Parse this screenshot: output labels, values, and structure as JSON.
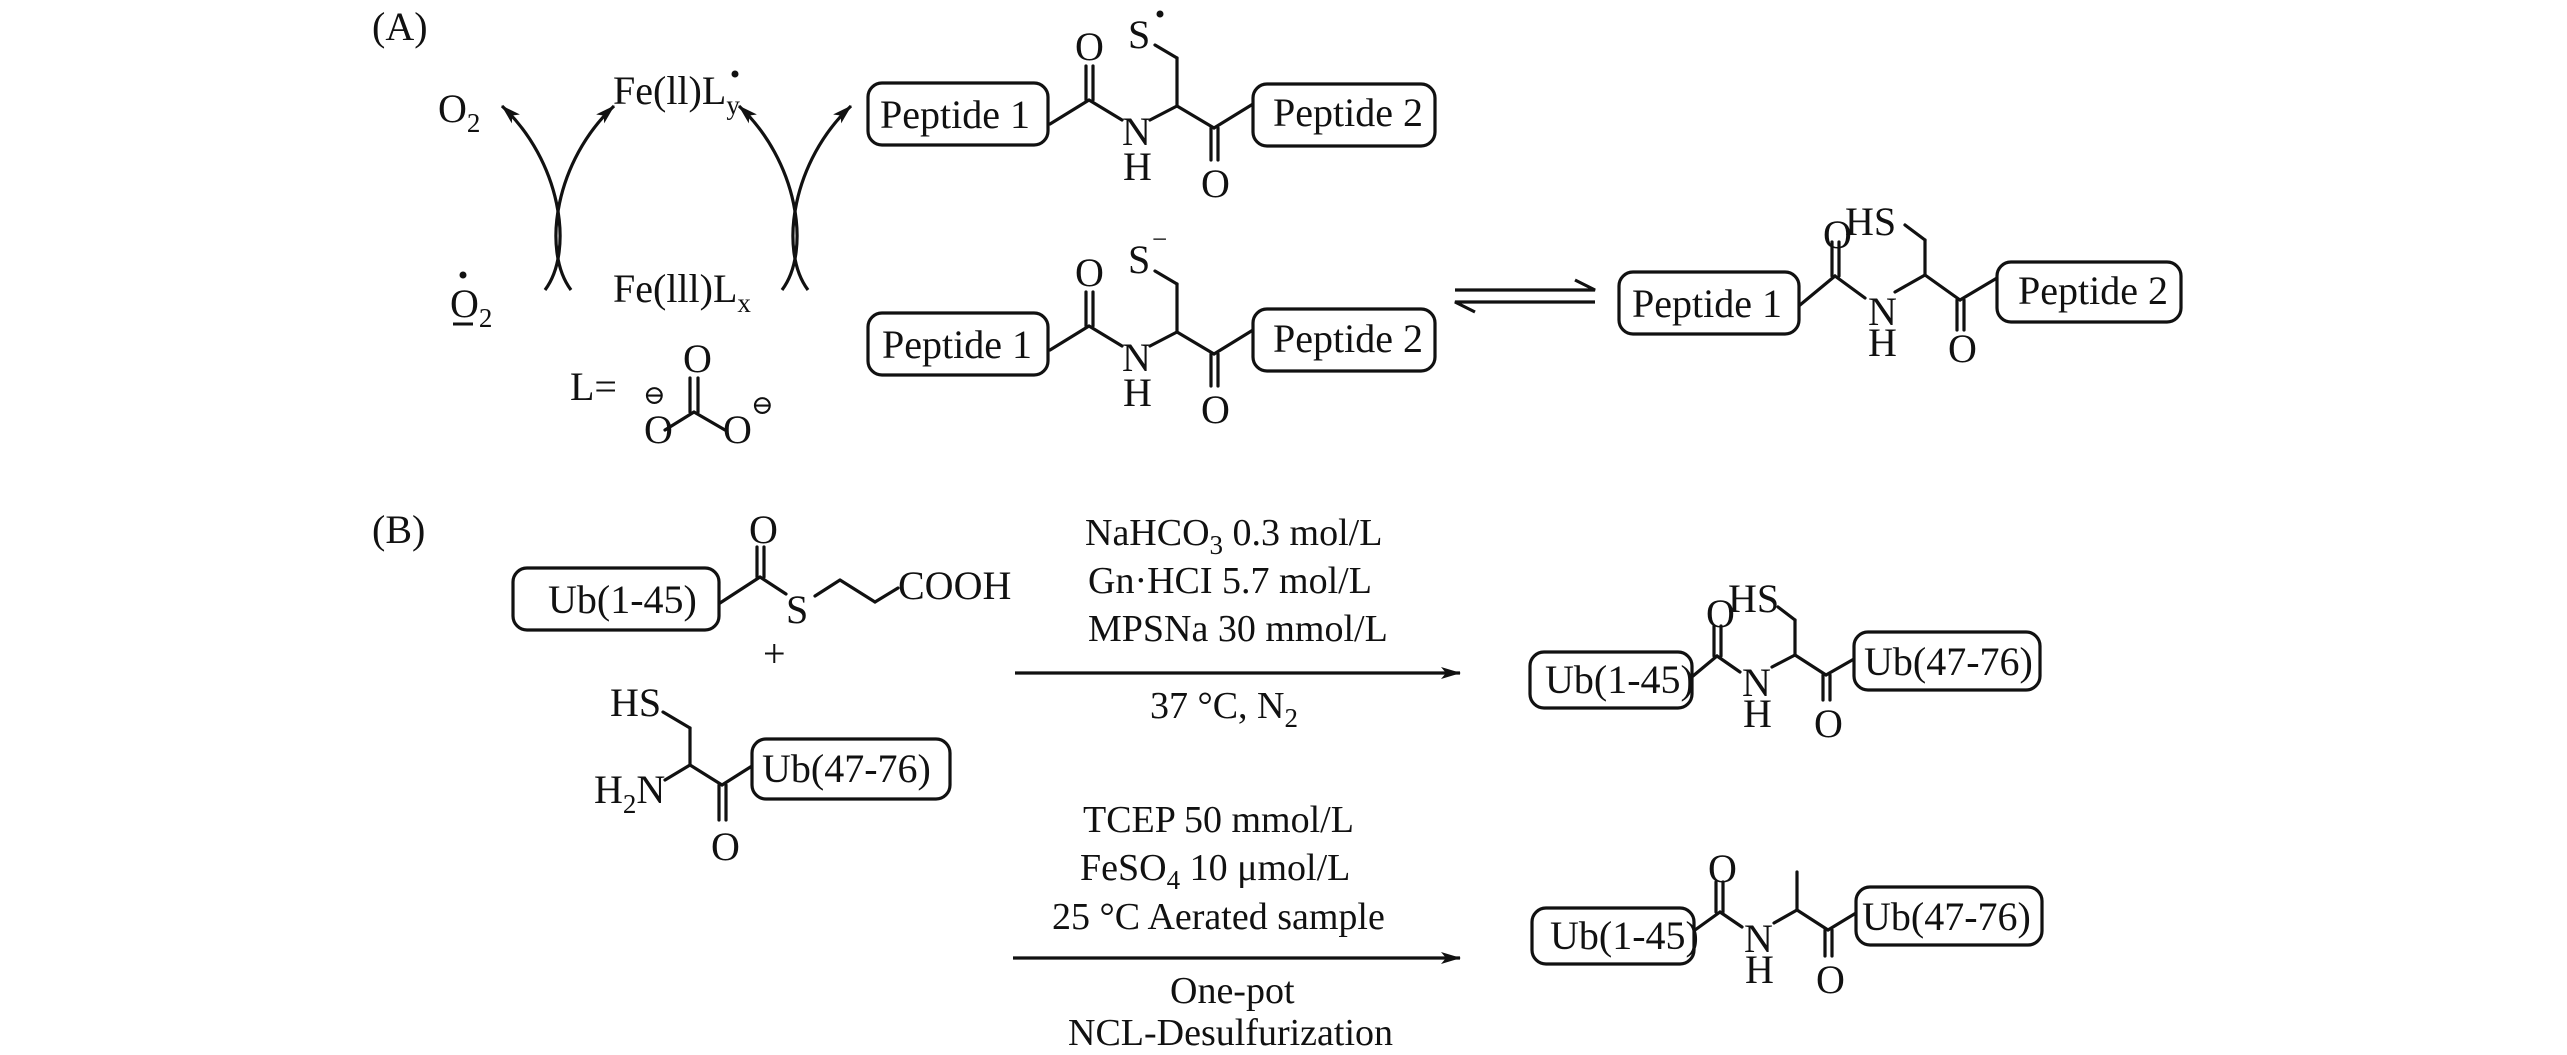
{
  "figure": {
    "panel_a": {
      "label": "(A)",
      "redox_cycle": {
        "oxygen_product": "O",
        "oxygen_product_sub": "2",
        "superoxide": "O",
        "superoxide_sub": "2",
        "fe2_species": "Fe(ll)L",
        "fe2_sub": "y",
        "fe3_species": "Fe(lll)L",
        "fe3_sub": "x",
        "ligand_label": "L=",
        "ligand_atoms": {
          "carbonyl_o": "O",
          "o_left": "O",
          "o_right": "O",
          "charge": "⊖"
        }
      },
      "thiyl_radical_peptide": {
        "left_block": "Peptide 1",
        "right_block": "Peptide 2",
        "sulfur": "S",
        "sulfur_mark": "•",
        "amide_n": "N",
        "amide_h": "H",
        "carbonyl_o": "O"
      },
      "thiolate_peptide": {
        "left_block": "Peptide 1",
        "right_block": "Peptide 2",
        "sulfur": "S",
        "sulfur_mark": "−",
        "amide_n": "N",
        "amide_h": "H",
        "carbonyl_o": "O"
      },
      "thiol_peptide": {
        "left_block": "Peptide 1",
        "right_block": "Peptide 2",
        "thiol": "HS",
        "amide_n": "N",
        "amide_h": "H",
        "carbonyl_o": "O"
      }
    },
    "panel_b": {
      "label": "(B)",
      "thioester": {
        "block": "Ub(1-45)",
        "carbonyl_o": "O",
        "sulfur": "S",
        "acid": "COOH"
      },
      "plus": "+",
      "cys_peptide": {
        "block": "Ub(47-76)",
        "thiol": "HS",
        "amine": "H",
        "amine_sub": "2",
        "amine_n": "N",
        "carbonyl_o": "O"
      },
      "step1_conditions_above": [
        {
          "main": "NaHCO",
          "sub": "3",
          "rest": " 0.3 mol/L"
        },
        {
          "main": "Gn·HCI 5.7 mol/L",
          "sub": "",
          "rest": ""
        },
        {
          "main": "MPSNa 30 mmol/L",
          "sub": "",
          "rest": ""
        }
      ],
      "step1_conditions_below": {
        "main": "37 °C,  N",
        "sub": "2"
      },
      "step2_conditions_above": [
        {
          "main": "TCEP 50 mmol/L",
          "sub": "",
          "rest": ""
        },
        {
          "main": "FeSO",
          "sub": "4",
          "rest": " 10 μmol/L"
        },
        {
          "main": "25 °C Aerated sample",
          "sub": "",
          "rest": ""
        }
      ],
      "step2_conditions_below": [
        "One-pot",
        "NCL-Desulfurization"
      ],
      "ligation_product": {
        "left_block": "Ub(1-45)",
        "right_block": "Ub(47-76)",
        "thiol": "HS",
        "amide_n": "N",
        "amide_h": "H",
        "carbonyl_o": "O"
      },
      "desulfurized_product": {
        "left_block": "Ub(1-45)",
        "right_block": "Ub(47-76)",
        "amide_n": "N",
        "amide_h": "H",
        "carbonyl_o": "O"
      }
    }
  }
}
